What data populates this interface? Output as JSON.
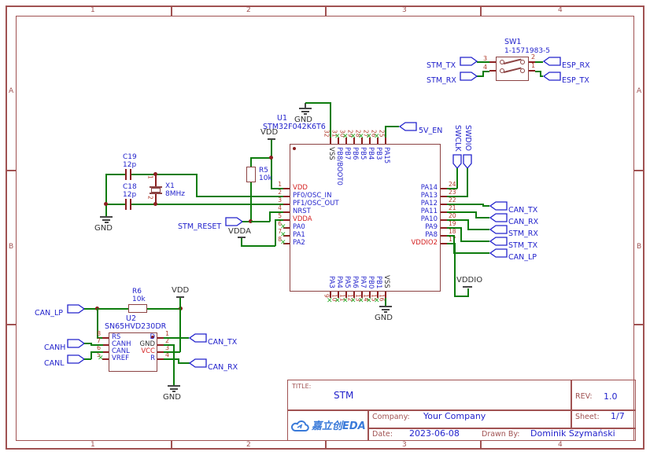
{
  "frame": {
    "cols": [
      "1",
      "2",
      "3",
      "4"
    ],
    "rows": [
      "A",
      "B"
    ]
  },
  "title_block": {
    "title_label": "TITLE:",
    "title": "STM",
    "rev_label": "REV:",
    "rev": "1.0",
    "company_label": "Company:",
    "company": "Your Company",
    "sheet_label": "Sheet:",
    "sheet": "1/7",
    "date_label": "Date:",
    "date": "2023-06-08",
    "drawn_by_label": "Drawn By:",
    "drawn_by": "Dominik Szymański",
    "logo_text": "嘉立创EDA"
  },
  "power": {
    "vdd": "VDD",
    "vdda": "VDDA",
    "vddio": "VDDIO",
    "gnd": "GND"
  },
  "flags": {
    "stm_tx": "STM_TX",
    "stm_rx": "STM_RX",
    "esp_rx": "ESP_RX",
    "esp_tx": "ESP_TX",
    "stm_reset": "STM_RESET",
    "v5_en": "5V_EN",
    "swclk": "SWCLK",
    "swdio": "SWDIO",
    "can_tx": "CAN_TX",
    "can_rx": "CAN_RX",
    "can_lp": "CAN_LP",
    "canh": "CANH",
    "canl": "CANL"
  },
  "sw1": {
    "ref": "SW1",
    "part": "1-1571983-5",
    "pins": [
      "3",
      "4",
      "2",
      "1"
    ]
  },
  "u1": {
    "ref": "U1",
    "part": "STM32F042K6T6",
    "left": [
      {
        "n": "1",
        "name": "VDD"
      },
      {
        "n": "2",
        "name": "PF0/OSC_IN"
      },
      {
        "n": "3",
        "name": "PF1/OSC_OUT"
      },
      {
        "n": "4",
        "name": "NRST"
      },
      {
        "n": "5",
        "name": "VDDA"
      },
      {
        "n": "6",
        "name": "PA0"
      },
      {
        "n": "7",
        "name": "PA1"
      },
      {
        "n": "8",
        "name": "PA2"
      }
    ],
    "top": [
      {
        "n": "32",
        "name": "VSS"
      },
      {
        "n": "31",
        "name": "PB8/BOOT0"
      },
      {
        "n": "30",
        "name": "PB7"
      },
      {
        "n": "29",
        "name": "PB6"
      },
      {
        "n": "28",
        "name": "PB5"
      },
      {
        "n": "27",
        "name": "PB4"
      },
      {
        "n": "26",
        "name": "PB3"
      },
      {
        "n": "25",
        "name": "PA15"
      }
    ],
    "right": [
      {
        "n": "24",
        "name": "PA14"
      },
      {
        "n": "23",
        "name": "PA13"
      },
      {
        "n": "22",
        "name": "PA12"
      },
      {
        "n": "21",
        "name": "PA11"
      },
      {
        "n": "20",
        "name": "PA10"
      },
      {
        "n": "19",
        "name": "PA9"
      },
      {
        "n": "18",
        "name": "PA8"
      },
      {
        "n": "17",
        "name": "VDDIO2"
      }
    ],
    "bottom": [
      {
        "n": "9",
        "name": "PA3"
      },
      {
        "n": "10",
        "name": "PA4"
      },
      {
        "n": "11",
        "name": "PA5"
      },
      {
        "n": "12",
        "name": "PA6"
      },
      {
        "n": "13",
        "name": "PA7"
      },
      {
        "n": "14",
        "name": "PB0"
      },
      {
        "n": "15",
        "name": "PB1"
      },
      {
        "n": "16",
        "name": "VSS"
      }
    ]
  },
  "u2": {
    "ref": "U2",
    "part": "SN65HVD230DR",
    "left": [
      {
        "n": "8",
        "name": "RS"
      },
      {
        "n": "7",
        "name": "CANH"
      },
      {
        "n": "6",
        "name": "CANL"
      },
      {
        "n": "5",
        "name": "VREF"
      }
    ],
    "right": [
      {
        "n": "1",
        "name": "D"
      },
      {
        "n": "2",
        "name": "GND"
      },
      {
        "n": "3",
        "name": "VCC"
      },
      {
        "n": "4",
        "name": "R"
      }
    ]
  },
  "parts": {
    "c19": {
      "ref": "C19",
      "val": "12p"
    },
    "c18": {
      "ref": "C18",
      "val": "12p"
    },
    "x1": {
      "ref": "X1",
      "val": "8MHz",
      "pin1": "1",
      "pin2": "2"
    },
    "r5": {
      "ref": "R5",
      "val": "10k"
    },
    "r6": {
      "ref": "R6",
      "val": "10k"
    }
  }
}
